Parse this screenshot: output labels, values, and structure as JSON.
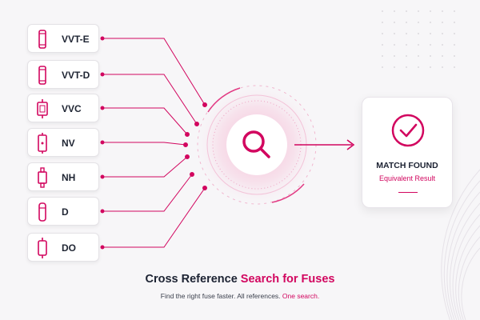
{
  "fuses": [
    {
      "label": "VVT-E",
      "icon": "fuse-ferrule-icon"
    },
    {
      "label": "VVT-D",
      "icon": "fuse-ferrule-icon"
    },
    {
      "label": "VVC",
      "icon": "fuse-block-icon"
    },
    {
      "label": "NV",
      "icon": "fuse-knife-icon"
    },
    {
      "label": "NH",
      "icon": "fuse-knife-blade-icon"
    },
    {
      "label": "D",
      "icon": "fuse-cartridge-icon"
    },
    {
      "label": "DO",
      "icon": "fuse-cartridge-small-icon"
    }
  ],
  "center": {
    "icon": "search-icon"
  },
  "result": {
    "icon": "checkmark-circle-icon",
    "title": "MATCH FOUND",
    "subtitle": "Equivalent Result"
  },
  "headline": {
    "part1": "Cross Reference ",
    "accent": "Search for Fuses"
  },
  "tagline": {
    "part1": "Find the right fuse faster. All references. ",
    "accent": "One search."
  },
  "colors": {
    "accent": "#d2065f",
    "text": "#1c2232",
    "background": "#f7f6f8"
  }
}
